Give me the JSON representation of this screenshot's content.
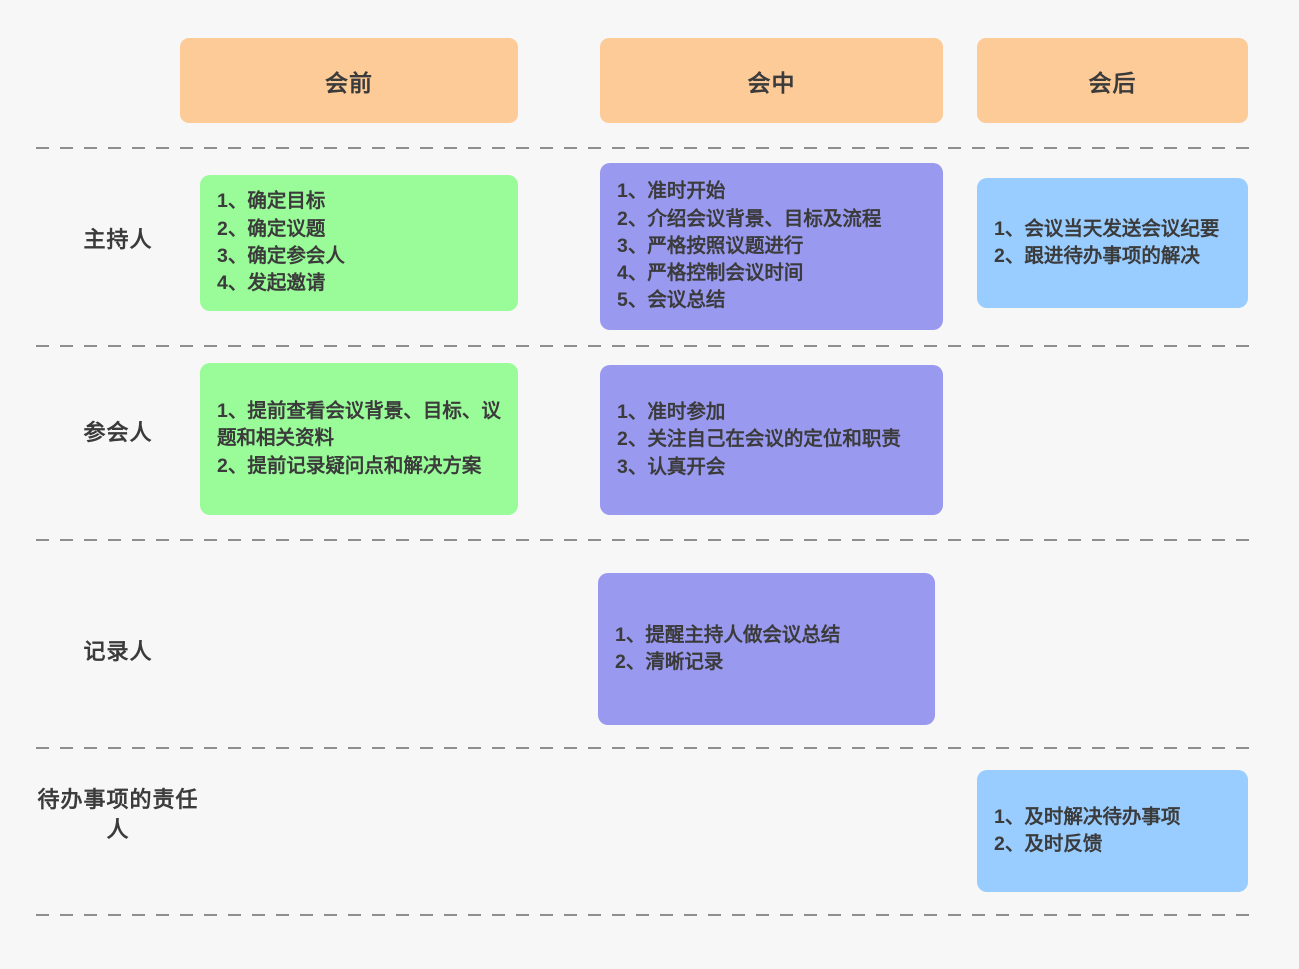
{
  "colors": {
    "background": "#f7f7f7",
    "header_bg": "#fdcb97",
    "green_card_bg": "#99fc99",
    "purple_card_bg": "#9999f0",
    "blue_card_bg": "#99ccff",
    "text": "#3b3b3b",
    "divider": "#8f8f8f"
  },
  "headers": [
    {
      "label": "会前"
    },
    {
      "label": "会中"
    },
    {
      "label": "会后"
    }
  ],
  "rows": [
    {
      "label": "主持人",
      "cards": [
        {
          "column": "会前",
          "color": "green",
          "lines": [
            "1、确定目标",
            "2、确定议题",
            "3、确定参会人",
            "4、发起邀请"
          ]
        },
        {
          "column": "会中",
          "color": "purple",
          "lines": [
            "1、准时开始",
            "2、介绍会议背景、目标及流程",
            "3、严格按照议题进行",
            "4、严格控制会议时间",
            "5、会议总结"
          ]
        },
        {
          "column": "会后",
          "color": "blue",
          "lines": [
            "1、会议当天发送会议纪要",
            "2、跟进待办事项的解决"
          ]
        }
      ]
    },
    {
      "label": "参会人",
      "cards": [
        {
          "column": "会前",
          "color": "green",
          "lines": [
            "1、提前查看会议背景、目标、议题和相关资料",
            "2、提前记录疑问点和解决方案"
          ]
        },
        {
          "column": "会中",
          "color": "purple",
          "lines": [
            "1、准时参加",
            "2、关注自己在会议的定位和职责",
            "3、认真开会"
          ]
        }
      ]
    },
    {
      "label": "记录人",
      "cards": [
        {
          "column": "会中",
          "color": "purple",
          "lines": [
            "1、提醒主持人做会议总结",
            "2、清晰记录"
          ]
        }
      ]
    },
    {
      "label": "待办事项的责任人",
      "cards": [
        {
          "column": "会后",
          "color": "blue",
          "lines": [
            "1、及时解决待办事项",
            "2、及时反馈"
          ]
        }
      ]
    }
  ]
}
